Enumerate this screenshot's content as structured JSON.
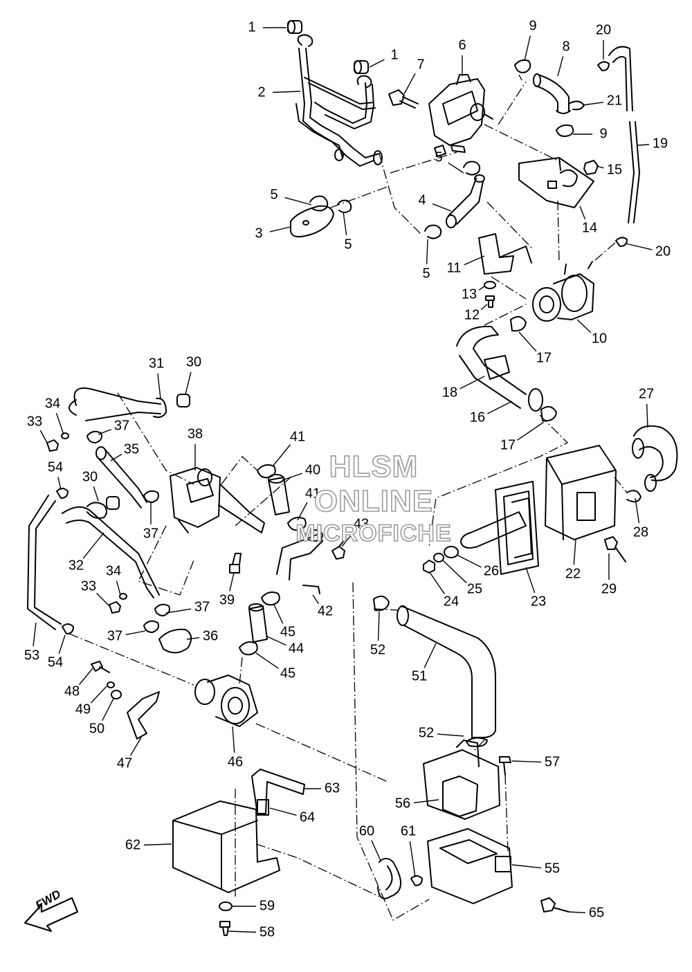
{
  "watermark": {
    "line1": "HLSM",
    "line2": "ONLINE",
    "line3": "MICROFICHE"
  },
  "direction_marker": {
    "text": "FWD",
    "icon": "fwd-arrow-icon"
  },
  "labels": [
    "1",
    "1",
    "2",
    "3",
    "4",
    "5",
    "5",
    "5",
    "5",
    "6",
    "7",
    "8",
    "9",
    "9",
    "10",
    "11",
    "12",
    "13",
    "14",
    "15",
    "16",
    "17",
    "17",
    "18",
    "19",
    "20",
    "20",
    "21",
    "22",
    "23",
    "24",
    "25",
    "26",
    "27",
    "28",
    "29",
    "30",
    "30",
    "31",
    "32",
    "33",
    "33",
    "34",
    "34",
    "35",
    "36",
    "37",
    "37",
    "37",
    "37",
    "38",
    "39",
    "40",
    "41",
    "41",
    "42",
    "43",
    "44",
    "45",
    "45",
    "46",
    "47",
    "48",
    "49",
    "50",
    "51",
    "52",
    "52",
    "53",
    "54",
    "54",
    "55",
    "56",
    "57",
    "58",
    "59",
    "60",
    "61",
    "62",
    "63",
    "64",
    "65"
  ],
  "colors": {
    "line": "#000000",
    "watermark_outline": "#9a9a9a",
    "background": "#ffffff"
  }
}
